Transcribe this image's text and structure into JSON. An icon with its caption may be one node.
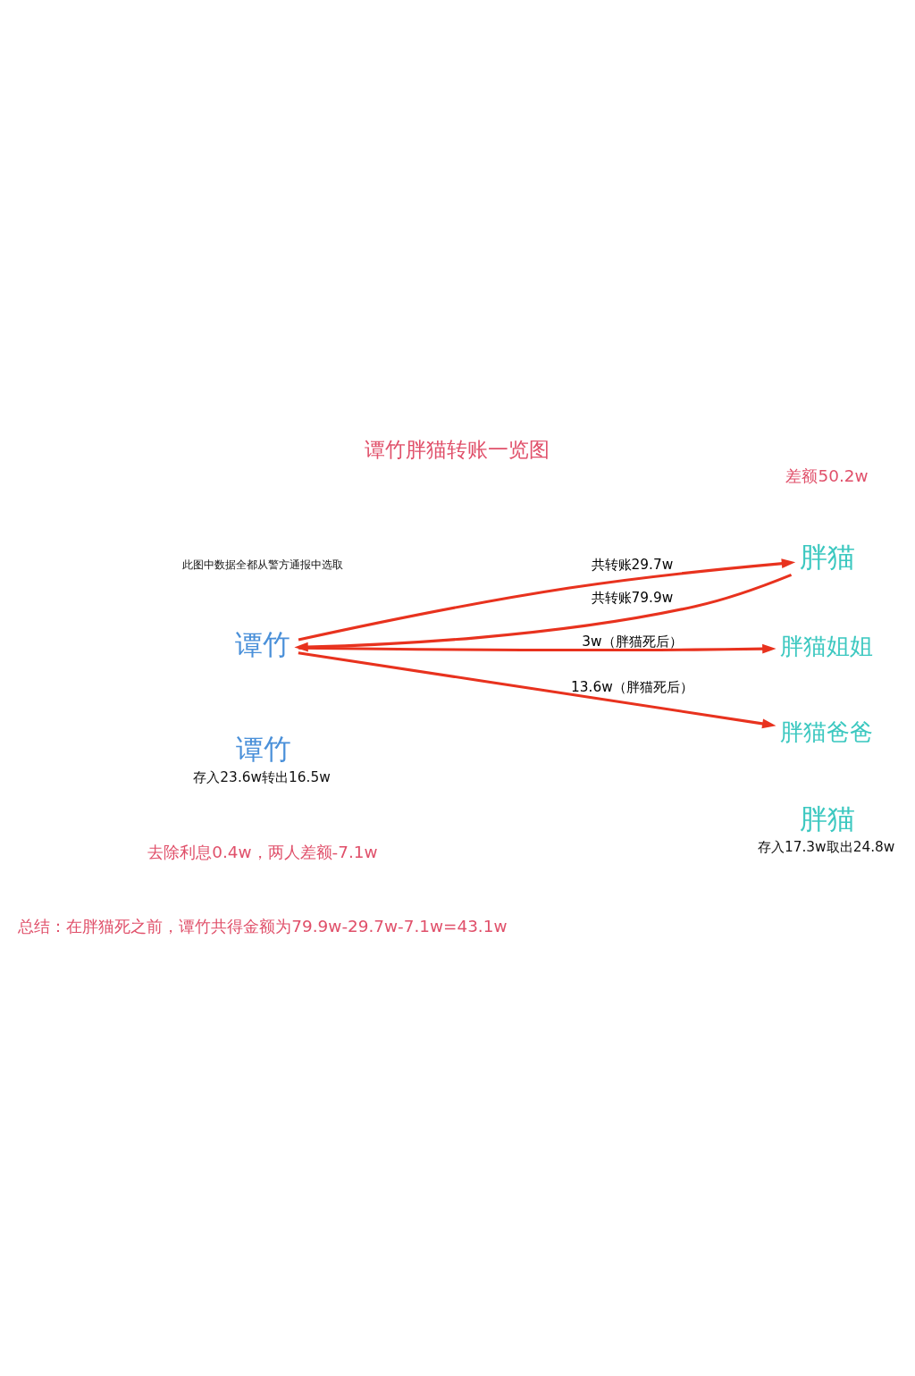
{
  "diagram": {
    "title": "谭竹胖猫转账一览图",
    "nodes": [
      {
        "text": [
          "谭竹"
        ]
      },
      {
        "text": [
          "胖猫"
        ]
      },
      {
        "text": [
          "胖猫姐姐"
        ]
      },
      {
        "text": [
          "胖猫爸爸"
        ]
      },
      {
        "text": [
          "谭竹"
        ],
        "beside": [
          "存入23.6w转出16.5w"
        ]
      },
      {
        "text": [
          "胖猫"
        ],
        "beside": [
          "存入17.3w取出24.8w"
        ]
      }
    ],
    "edges": [
      {
        "from": 1,
        "to": 0,
        "arrow": "to",
        "label": "共转账79.9w"
      },
      {
        "from": 0,
        "to": 1,
        "arrow": "to",
        "label": "共转账29.7w"
      },
      {
        "from": 0,
        "to": 2,
        "arrow": "to",
        "label": "3w（胖猫死后）"
      },
      {
        "from": 0,
        "to": 3,
        "arrow": "to",
        "label": "13.6w（胖猫死后）"
      }
    ],
    "labels": [
      "此图中数据全都从警方通报中选取",
      "差额50.2w",
      "去除利息0.4w，两人差额-7.1w",
      "总结：在胖猫死之前，谭竹共得金额为79.9w-29.7w-7.1w=43.1w"
    ]
  }
}
